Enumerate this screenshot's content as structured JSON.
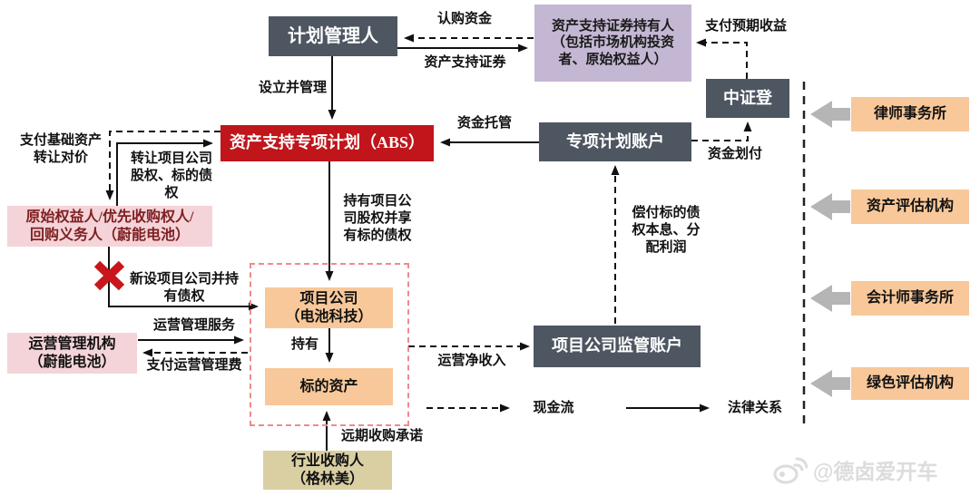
{
  "diagram": {
    "title_hint": "ABS 资产支持专项计划交易结构图",
    "nodes": {
      "plan_manager": {
        "label": "计划管理人"
      },
      "abs_holders": {
        "label": "资产支持证券持有人\n（包括市场机构投资\n者、原始权益人）"
      },
      "csdc": {
        "label": "中证登"
      },
      "abs_plan": {
        "label": "资产支持专项计划（ABS）"
      },
      "spv_account": {
        "label": "专项计划账户"
      },
      "original_owner": {
        "label": "原始权益人/优先收购权人/\n回购义务人（蔚能电池）"
      },
      "ops_manager": {
        "label": "运营管理机构\n（蔚能电池）"
      },
      "project_company": {
        "label": "项目公司\n（电池科技）"
      },
      "underlying_asset": {
        "label": "标的资产"
      },
      "industry_buyer": {
        "label": "行业收购人\n（格林美）"
      },
      "supervision_account": {
        "label": "项目公司监管账户"
      },
      "law_firm": {
        "label": "律师事务所"
      },
      "asset_appraiser": {
        "label": "资产评估机构"
      },
      "accountant_firm": {
        "label": "会计师事务所"
      },
      "green_appraiser": {
        "label": "绿色评估机构"
      }
    },
    "edge_labels": {
      "subscription_funds": "认购资金",
      "abs_securities": "资产支持证券",
      "setup_and_manage": "设立并管理",
      "pay_expected_return": "支付预期收益",
      "fund_custody": "资金托管",
      "fund_transfer": "资金划付",
      "pay_base_asset_consideration": "支付基础资产\n转让对价",
      "transfer_equity_debt": "转让项目公司\n股权、标的债\n权",
      "hold_equity_debt": "持有项目公\n司股权并享\n有标的债权",
      "repay_principal_interest": "偿付标的债\n权本息、分\n配利润",
      "new_spv_with_debt": "新设项目公司并持\n有债权",
      "ops_service": "运营管理服务",
      "pay_ops_fee": "支付运营管理费",
      "hold": "持有",
      "net_operating_income": "运营净收入",
      "forward_purchase_commitment": "远期收购承诺"
    },
    "legend": {
      "cash_flow": "现金流",
      "legal_relation": "法律关系"
    },
    "watermark": {
      "text": "@德卤爱开车",
      "icon": "weibo-icon"
    },
    "colors": {
      "dark_box": "#4d5661",
      "red_box": "#c0151b",
      "purple_box": "#c4b7d3",
      "pink_box": "#f4d4d8",
      "orange_box": "#f8c89a",
      "tan_box": "#d9cfa3",
      "owner_text": "#7e2022",
      "line": "#111111",
      "cross_mark": "#c8161c",
      "block_arrow_gray": "#b5b5b5",
      "dashed_frame": "#f08a8a",
      "watermark_gray": "#dcdcdc"
    }
  }
}
